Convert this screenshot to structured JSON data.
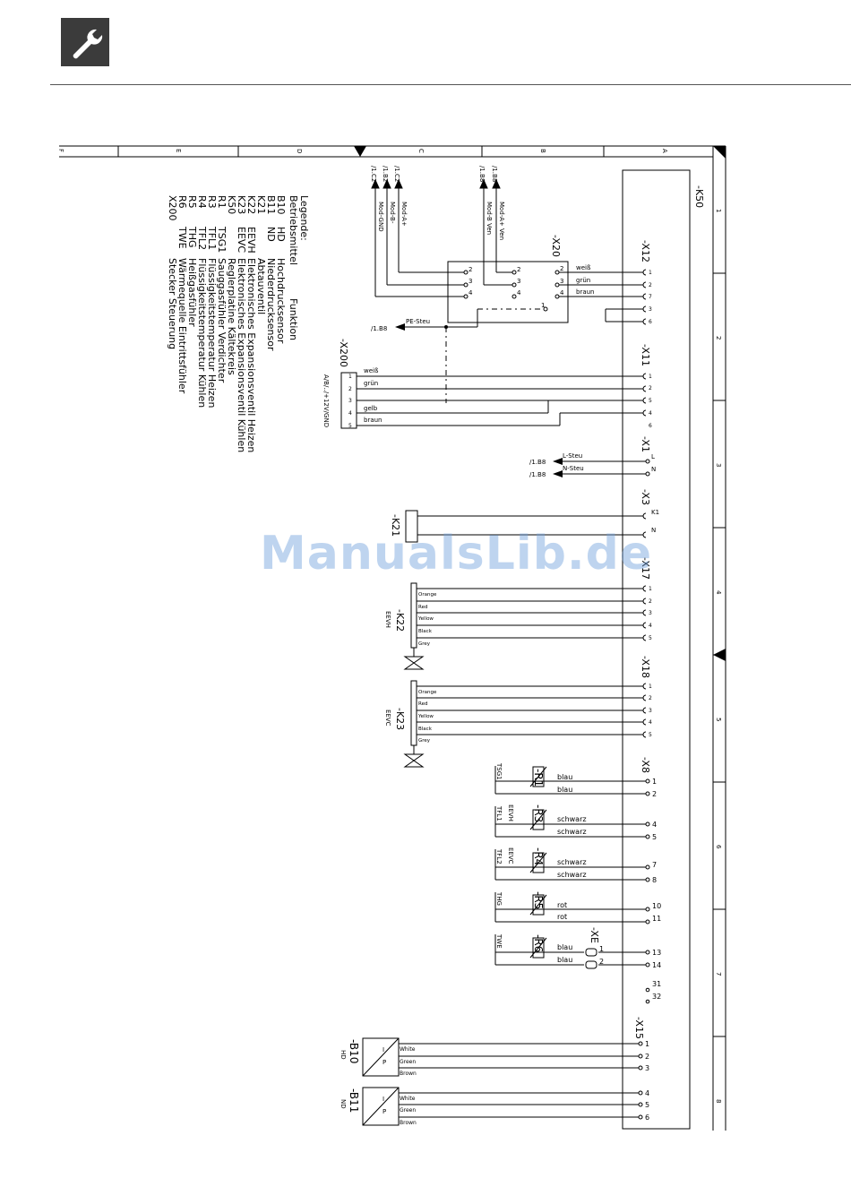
{
  "watermark": "ManualsLib.de",
  "icon": "wrench-icon",
  "frame": {
    "columns": [
      "A",
      "B",
      "C",
      "D",
      "E",
      "F"
    ],
    "rows": [
      "1",
      "2",
      "3",
      "4",
      "5",
      "6",
      "7",
      "8"
    ]
  },
  "main_board": "-K50",
  "legend": {
    "title": "Legende:",
    "col1_header": "Betriebsmittel",
    "col3_header": "Funktion",
    "items": [
      {
        "ref": "B10",
        "abbr": "HD",
        "func": "Hochdrucksensor"
      },
      {
        "ref": "B11",
        "abbr": "ND",
        "func": "Niederdrucksensor"
      },
      {
        "ref": "K21",
        "abbr": "",
        "func": "Abtauventil"
      },
      {
        "ref": "K22",
        "abbr": "EEVH",
        "func": "Elektronisches Expansionsventil Heizen"
      },
      {
        "ref": "K23",
        "abbr": "EEVC",
        "func": "Elektronisches Expansionsventil Kühlen"
      },
      {
        "ref": "K50",
        "abbr": "",
        "func": "Reglerplatine Kältekreis"
      },
      {
        "ref": "R1",
        "abbr": "TSG1",
        "func": "Sauggasfühler Verdichter"
      },
      {
        "ref": "R3",
        "abbr": "TFL1",
        "func": "Flüssigkeitstemperatur Heizen"
      },
      {
        "ref": "R4",
        "abbr": "TFL2",
        "func": "Flüssigkeitstemperatur Kühlen"
      },
      {
        "ref": "R5",
        "abbr": "THG",
        "func": "Heißgasfühler"
      },
      {
        "ref": "R6",
        "abbr": "TWE",
        "func": "Wärmequelle Eintrittsfühler"
      },
      {
        "ref": "X200",
        "abbr": "",
        "func": "Stecker Steuerung"
      }
    ]
  },
  "connectors": {
    "x12": {
      "name": "-X12",
      "pins": [
        "1",
        "2",
        "7",
        "3",
        "6"
      ],
      "wires": [
        "weiß",
        "grün",
        "braun"
      ]
    },
    "x20": {
      "name": "-X20",
      "pins_left": [
        "2",
        "3",
        "4"
      ],
      "pins_mid": [
        "2",
        "3",
        "4"
      ],
      "pins_right": [
        "2",
        "3",
        "4"
      ],
      "pin_pe": "1"
    },
    "x11": {
      "name": "-X11",
      "pins": [
        "1",
        "2",
        "5",
        "4",
        "6"
      ]
    },
    "x200": {
      "name": "-X200",
      "sub": "A/B/../+12V/GND",
      "pins": [
        "1",
        "2",
        "3",
        "4",
        "5"
      ],
      "wires": [
        "weiß",
        "grün",
        "gelb",
        "braun"
      ]
    },
    "x1": {
      "name": "-X1",
      "pins": [
        "L",
        "N"
      ],
      "wires": [
        "L-Steu",
        "N-Steu"
      ],
      "refs": [
        "/1.B8",
        "/1.B8"
      ]
    },
    "x3": {
      "name": "-X3",
      "pins": [
        "K1",
        "N"
      ]
    },
    "x17": {
      "name": "-X17",
      "pins": [
        "1",
        "2",
        "3",
        "4",
        "5"
      ]
    },
    "x18": {
      "name": "-X18",
      "pins": [
        "1",
        "2",
        "3",
        "4",
        "5"
      ]
    },
    "x8": {
      "name": "-X8",
      "pins": [
        "1",
        "2",
        "4",
        "5",
        "7",
        "8",
        "10",
        "11",
        "13",
        "14",
        "31",
        "32"
      ]
    },
    "xe": {
      "name": "-XE",
      "pins": [
        "1",
        "2"
      ]
    },
    "x15": {
      "name": "-X15",
      "pins": [
        "1",
        "2",
        "3",
        "4",
        "5",
        "6"
      ]
    }
  },
  "bus": {
    "left_refs": [
      "/1.C2",
      "/1.B2",
      "/1.C2"
    ],
    "left_labels": [
      "Mod-A+",
      "Mod-B-",
      "Mod-GND"
    ],
    "right_refs": [
      "/1.B8",
      "/1.B8"
    ],
    "right_labels": [
      "Mod-A+ Ven",
      "Mod-B Ven"
    ],
    "pe_label": "PE-Steu",
    "pe_ref": "/1.B8"
  },
  "valves": {
    "k21": {
      "name": "-K21"
    },
    "k22": {
      "name": "-K22",
      "sub": "EEVH",
      "wires": [
        "Orange",
        "Red",
        "Yellow",
        "Black",
        "Grey"
      ]
    },
    "k23": {
      "name": "-K23",
      "sub": "EEVC",
      "wires": [
        "Orange",
        "Red",
        "Yellow",
        "Black",
        "Grey"
      ]
    }
  },
  "sensors": [
    {
      "name": "-R1",
      "tag": "TSG1",
      "sub": "",
      "wires": [
        "blau",
        "blau"
      ]
    },
    {
      "name": "-R3",
      "tag": "TFL1",
      "sub": "EEVH",
      "wires": [
        "schwarz",
        "schwarz"
      ]
    },
    {
      "name": "-R4",
      "tag": "TFL2",
      "sub": "EEVC",
      "wires": [
        "schwarz",
        "schwarz"
      ]
    },
    {
      "name": "-R5",
      "tag": "THG",
      "sub": "",
      "wires": [
        "rot",
        "rot"
      ]
    },
    {
      "name": "-R6",
      "tag": "TWE",
      "sub": "",
      "wires": [
        "blau",
        "blau"
      ]
    }
  ],
  "pressure_sensors": [
    {
      "name": "-B10",
      "sub": "HD",
      "wires": [
        "White",
        "Green",
        "Brown"
      ],
      "ip": [
        "I",
        "P"
      ]
    },
    {
      "name": "-B11",
      "sub": "ND",
      "wires": [
        "White",
        "Green",
        "Brown"
      ],
      "ip": [
        "I",
        "P"
      ]
    }
  ]
}
